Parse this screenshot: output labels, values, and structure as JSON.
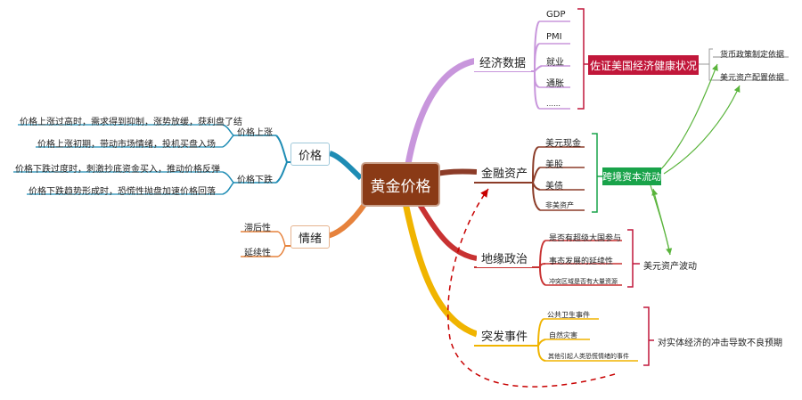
{
  "root": "黄金价格",
  "economic": {
    "label": "经济数据",
    "items": [
      "GDP",
      "PMI",
      "就业",
      "通胀",
      "……"
    ],
    "summary": "佐证美国经济健康状况",
    "outcomes": [
      "货币政策制定依据",
      "美元资产配置依据"
    ]
  },
  "finance": {
    "label": "金融资产",
    "items": [
      "美元现金",
      "美股",
      "美债",
      "非美资产"
    ],
    "summary": "跨境资本流动"
  },
  "geo": {
    "label": "地缘政治",
    "items": [
      "是否有超级大国参与",
      "事态发展的延续性",
      "冲突区域是否有大量资源"
    ],
    "summary": "美元资产波动"
  },
  "emergency": {
    "label": "突发事件",
    "items": [
      "公共卫生事件",
      "自然灾害",
      "其他引起人类恐慌情绪的事件"
    ],
    "summary": "对实体经济的冲击导致不良预期"
  },
  "price": {
    "label": "价格",
    "up": {
      "label": "价格上涨",
      "items": [
        "价格上涨过高时，需求得到抑制，涨势放缓，获利盘了结",
        "价格上涨初期，带动市场情绪，投机买盘入场"
      ]
    },
    "down": {
      "label": "价格下跌",
      "items": [
        "价格下跌过度时，刺激抄底资金买入，推动价格反弹",
        "价格下跌趋势形成时，恐慌性抛盘加速价格回落"
      ]
    }
  },
  "emotion": {
    "label": "情绪",
    "items": [
      "滞后性",
      "延续性"
    ]
  },
  "colors": {
    "economic": "#c896dc",
    "finance": "#8c3c28",
    "geo": "#c83232",
    "emergency": "#f0b400",
    "price": "#1e8cb4",
    "emotion": "#e6823c",
    "root": "#8a3a16",
    "red_box": "#c1173a",
    "green_box": "#19a34a",
    "arrow_green": "#5ab43c",
    "dashed_red": "#c80000"
  }
}
